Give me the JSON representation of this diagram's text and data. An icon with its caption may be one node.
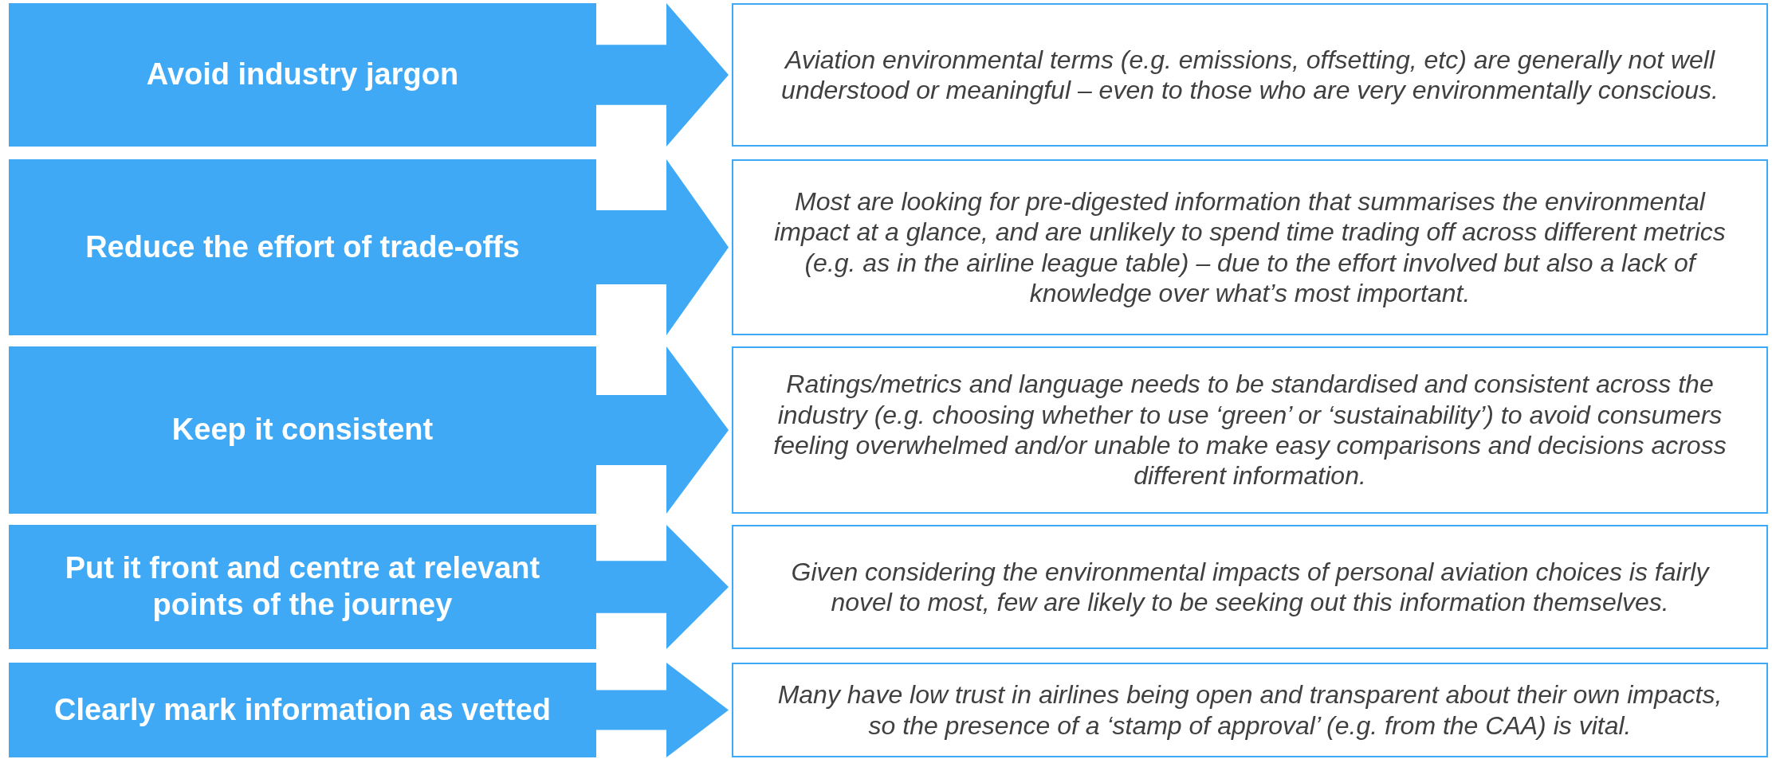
{
  "diagram": {
    "nodes": [
      {
        "text": [
          "Avoid industry jargon"
        ]
      },
      {
        "text": [
          "Aviation environmental terms (e.g. emissions, offsetting, etc) are generally not well understood or meaningful – even to those who are very environmentally conscious."
        ]
      },
      {
        "text": [
          "Reduce the effort of trade-offs"
        ]
      },
      {
        "text": [
          "Most are looking for pre-digested information that summarises the environmental impact at a glance, and are unlikely to spend time trading off across different metrics (e.g. as in the airline league table) – due to the effort involved but also a lack of knowledge over what’s most important."
        ]
      },
      {
        "text": [
          "Keep it consistent"
        ]
      },
      {
        "text": [
          "Ratings/metrics and language needs to be standardised and consistent across the industry (e.g. choosing whether to use ‘green’ or ‘sustainability’) to avoid consumers feeling overwhelmed and/or unable to make easy comparisons and decisions across different information."
        ]
      },
      {
        "text": [
          "Put it front and centre at relevant points of the journey"
        ]
      },
      {
        "text": [
          "Given considering the environmental impacts of personal aviation choices is fairly novel to most, few are likely to be seeking out this information themselves."
        ]
      },
      {
        "text": [
          "Clearly mark information as vetted"
        ]
      },
      {
        "text": [
          "Many have low trust in airlines being open and transparent about their own impacts, so the presence of a ‘stamp of approval’ (e.g. from the CAA) is vital."
        ]
      }
    ]
  }
}
